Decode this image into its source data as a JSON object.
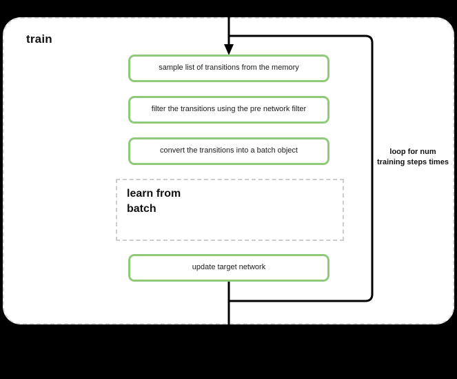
{
  "diagram": {
    "title": "train",
    "container_border_color": "#d9d9d9",
    "accent_green": "#8fc97a",
    "line_color": "#000000",
    "background": "#ffffff",
    "steps": [
      {
        "id": "sample",
        "label": "sample list of transitions from the memory"
      },
      {
        "id": "filter",
        "label": "filter the transitions using the pre network filter"
      },
      {
        "id": "convert",
        "label": "convert the transitions into a batch object"
      },
      {
        "id": "update",
        "label": "update target network"
      }
    ],
    "subprocess": {
      "label": "learn from batch"
    },
    "loop": {
      "label": "loop for num training steps times"
    }
  }
}
